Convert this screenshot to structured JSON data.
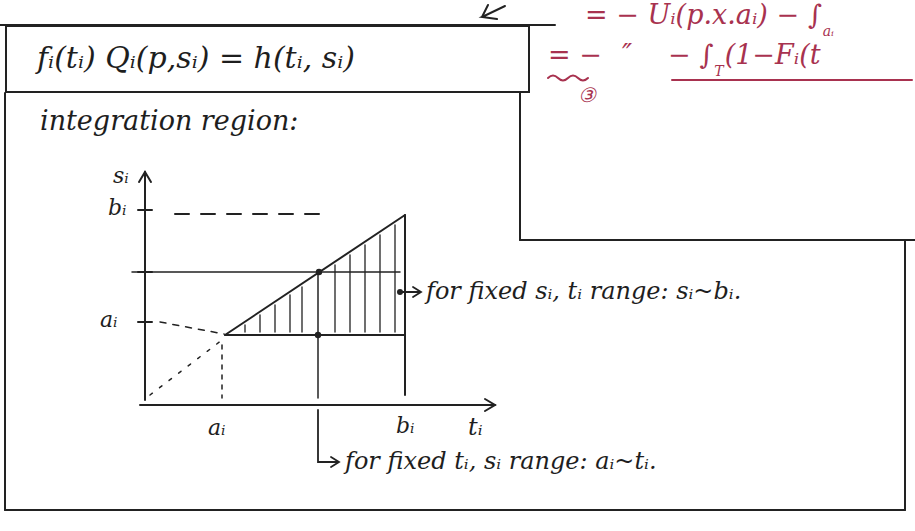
{
  "diagram": {
    "nodes": [
      {
        "text": [
          "fᵢ(tᵢ) Qᵢ(p,sᵢ) = h(tᵢ, sᵢ)"
        ]
      }
    ],
    "labels": [
      "integration region:",
      "sᵢ",
      "bᵢ",
      "aᵢ",
      "aᵢ",
      "bᵢ",
      "tᵢ",
      "for fixed sᵢ, tᵢ range: sᵢ~bᵢ.",
      "for fixed tᵢ, sᵢ range: aᵢ~tᵢ.",
      "= − Uᵢ(p.x.aᵢ) − ∫",
      "aᵢ",
      "= −",
      "″",
      "− ∫",
      "T",
      "(1−Fᵢ(t",
      "③"
    ]
  }
}
